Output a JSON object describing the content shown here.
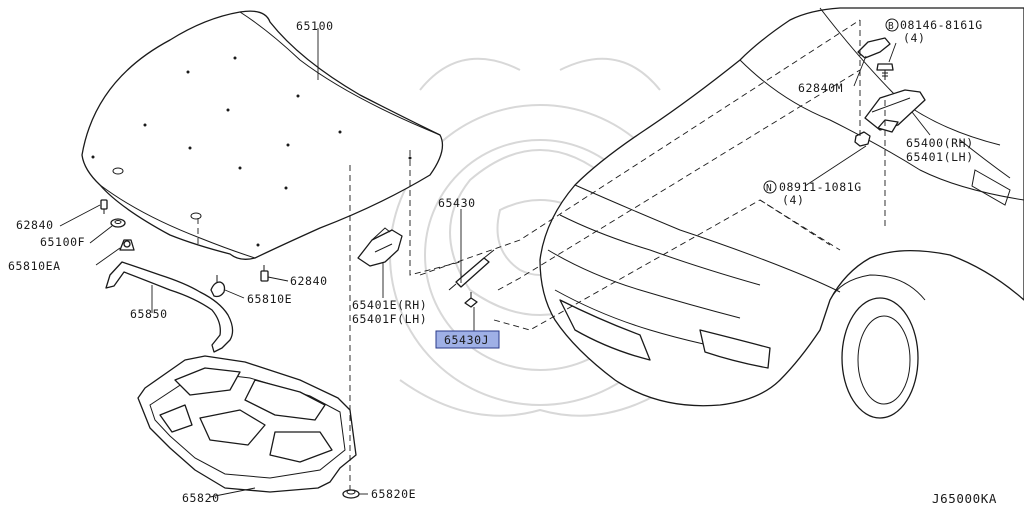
{
  "diagram": {
    "code": "J65000KA",
    "labels": {
      "hood": "65100",
      "bolt_top": "08146-8161G",
      "bolt_top_qty": "(4)",
      "bracket_top": "62840M",
      "hinge_rh": "65400(RH)",
      "hinge_lh": "65401(LH)",
      "nut": "08911-1081G",
      "nut_qty": "(4)",
      "stay": "65430",
      "stay_clip": "65430J",
      "bracket_rh": "65401E(RH)",
      "bracket_lh": "65401F(LH)",
      "bumper_left": "62840",
      "bumper_right": "62840",
      "grommet": "65100F",
      "clip_ea": "65810EA",
      "clip_e": "65810E",
      "rod": "65850",
      "insulator": "65820",
      "clip_bottom": "65820E",
      "mark_b": "B",
      "mark_n": "N"
    }
  }
}
